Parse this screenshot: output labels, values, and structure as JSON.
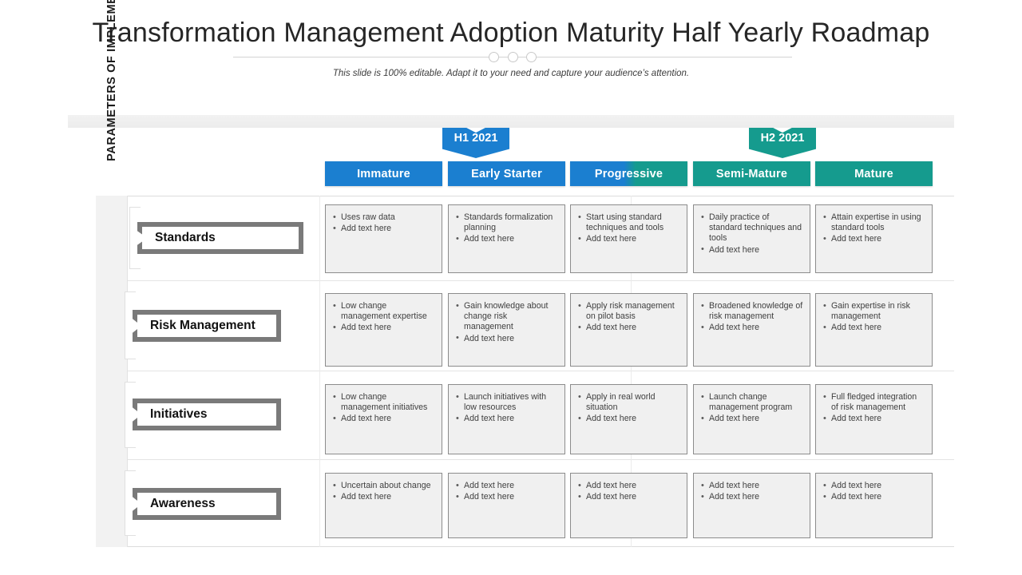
{
  "header": {
    "title": "Transformation  Management Adoption Maturity Half Yearly Roadmap",
    "subtitle": "This slide is 100% editable. Adapt it to your need and capture your audience’s attention."
  },
  "colors": {
    "blue": "#1b7fd0",
    "teal": "#159b8e",
    "flag_gray": "#7a7a7a",
    "cell_fill": "#f0f0f0",
    "cell_border": "#8c8c8c",
    "rail_fill": "#f2f2f2"
  },
  "half_badges": [
    {
      "label": "H1 2021",
      "color": "#1b7fd0"
    },
    {
      "label": "H2 2021",
      "color": "#159b8e"
    }
  ],
  "axis": {
    "vertical_label": "PARAMETERS OF IMPLEMENTATION"
  },
  "stages": [
    {
      "label": "Immature",
      "fill": "#1b7fd0"
    },
    {
      "label": "Early Starter",
      "fill": "#1b7fd0"
    },
    {
      "label": "Progressive",
      "fill": "linear-gradient(90deg,#1b7fd0 0%,#1b7fd0 46%,#159b8e 56%,#159b8e 100%)"
    },
    {
      "label": "Semi-Mature",
      "fill": "#159b8e"
    },
    {
      "label": "Mature",
      "fill": "#159b8e"
    }
  ],
  "rows": [
    {
      "label": "Standards",
      "cells": [
        [
          "Uses raw data",
          "Add text here"
        ],
        [
          "Standards formalization planning",
          "Add text here"
        ],
        [
          "Start using standard techniques and tools",
          "Add text here"
        ],
        [
          "Daily practice of standard techniques and tools",
          "Add text here"
        ],
        [
          "Attain expertise in using standard tools",
          "Add text here"
        ]
      ]
    },
    {
      "label": "Risk Management",
      "cells": [
        [
          "Low change management expertise",
          "Add text here"
        ],
        [
          "Gain knowledge about change risk management",
          "Add text here"
        ],
        [
          "Apply risk management on pilot basis",
          "Add text here"
        ],
        [
          "Broadened knowledge of risk management",
          "Add text here"
        ],
        [
          "Gain expertise in risk management",
          "Add text here"
        ]
      ]
    },
    {
      "label": "Initiatives",
      "cells": [
        [
          "Low change management initiatives",
          "Add text here"
        ],
        [
          "Launch initiatives with low resources",
          "Add text here"
        ],
        [
          "Apply in real world situation",
          "Add text here"
        ],
        [
          "Launch change management program",
          "Add text here"
        ],
        [
          "Full fledged integration of risk management",
          "Add text here"
        ]
      ]
    },
    {
      "label": "Awareness",
      "cells": [
        [
          "Uncertain about change",
          "Add text here"
        ],
        [
          "Add text here",
          "Add text here"
        ],
        [
          "Add text here",
          "Add text here"
        ],
        [
          "Add text here",
          "Add text here"
        ],
        [
          "Add text here",
          "Add text here"
        ]
      ]
    }
  ]
}
